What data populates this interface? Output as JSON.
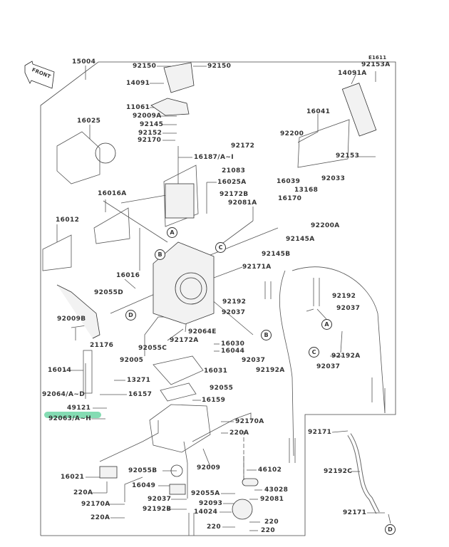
{
  "diagram_code": "E1611",
  "front_arrow": "FRONT",
  "highlight_color": "#6fd6a6",
  "labels": {
    "l15004": "15004",
    "l92150a": "92150",
    "l92150b": "92150",
    "l14091": "14091",
    "l11061": "11061",
    "l92009A": "92009A",
    "l92145": "92145",
    "l92152": "92152",
    "l92170": "92170",
    "l16025": "16025",
    "l16187": "16187/A~I",
    "l92153A": "92153A",
    "l14091A": "14091A",
    "l16041": "16041",
    "l92200": "92200",
    "l92172": "92172",
    "l92153": "92153",
    "l21083": "21083",
    "l16025A": "16025A",
    "l16039": "16039",
    "l92033": "92033",
    "l13168": "13168",
    "l16016A": "16016A",
    "l92172B": "92172B",
    "l16170": "16170",
    "l92081A": "92081A",
    "l16012": "16012",
    "l92200A": "92200A",
    "l92145A": "92145A",
    "l92145B": "92145B",
    "l92171A": "92171A",
    "l16016": "16016",
    "l92055D": "92055D",
    "l92192a": "92192",
    "l92192b": "92192",
    "l92037a": "92037",
    "l92037b": "92037",
    "l92009B": "92009B",
    "l92064E": "92064E",
    "l92172A": "92172A",
    "l16030": "16030",
    "l16044": "16044",
    "l21176": "21176",
    "l92055C": "92055C",
    "l92005": "92005",
    "l92037c": "92037",
    "l92192A1": "92192A",
    "l92192A2": "92192A",
    "l92037d": "92037",
    "l16014": "16014",
    "l16031": "16031",
    "l13271": "13271",
    "l92055": "92055",
    "l92064AD": "92064/A~D",
    "l16157": "16157",
    "l16159": "16159",
    "l49121": "49121",
    "l92063AH": "92063/A~H",
    "l92170A1": "92170A",
    "l220A1": "220A",
    "l92171a": "92171",
    "l16021": "16021",
    "l92055B": "92055B",
    "l92009": "92009",
    "l46102": "46102",
    "l92192C": "92192C",
    "l16049": "16049",
    "l43028": "43028",
    "l220A2": "220A",
    "l92055A": "92055A",
    "l92037e": "92037",
    "l92081": "92081",
    "l92093": "92093",
    "l92170A2": "92170A",
    "l92192B": "92192B",
    "l14024": "14024",
    "l92171b": "92171",
    "l220A3": "220A",
    "l220a": "220",
    "l220b": "220",
    "l220c": "220"
  },
  "ref_markers": {
    "a1": "A",
    "b1": "B",
    "c1": "C",
    "d1": "D",
    "a2": "A",
    "b2": "B",
    "c2": "C",
    "d2": "D"
  }
}
